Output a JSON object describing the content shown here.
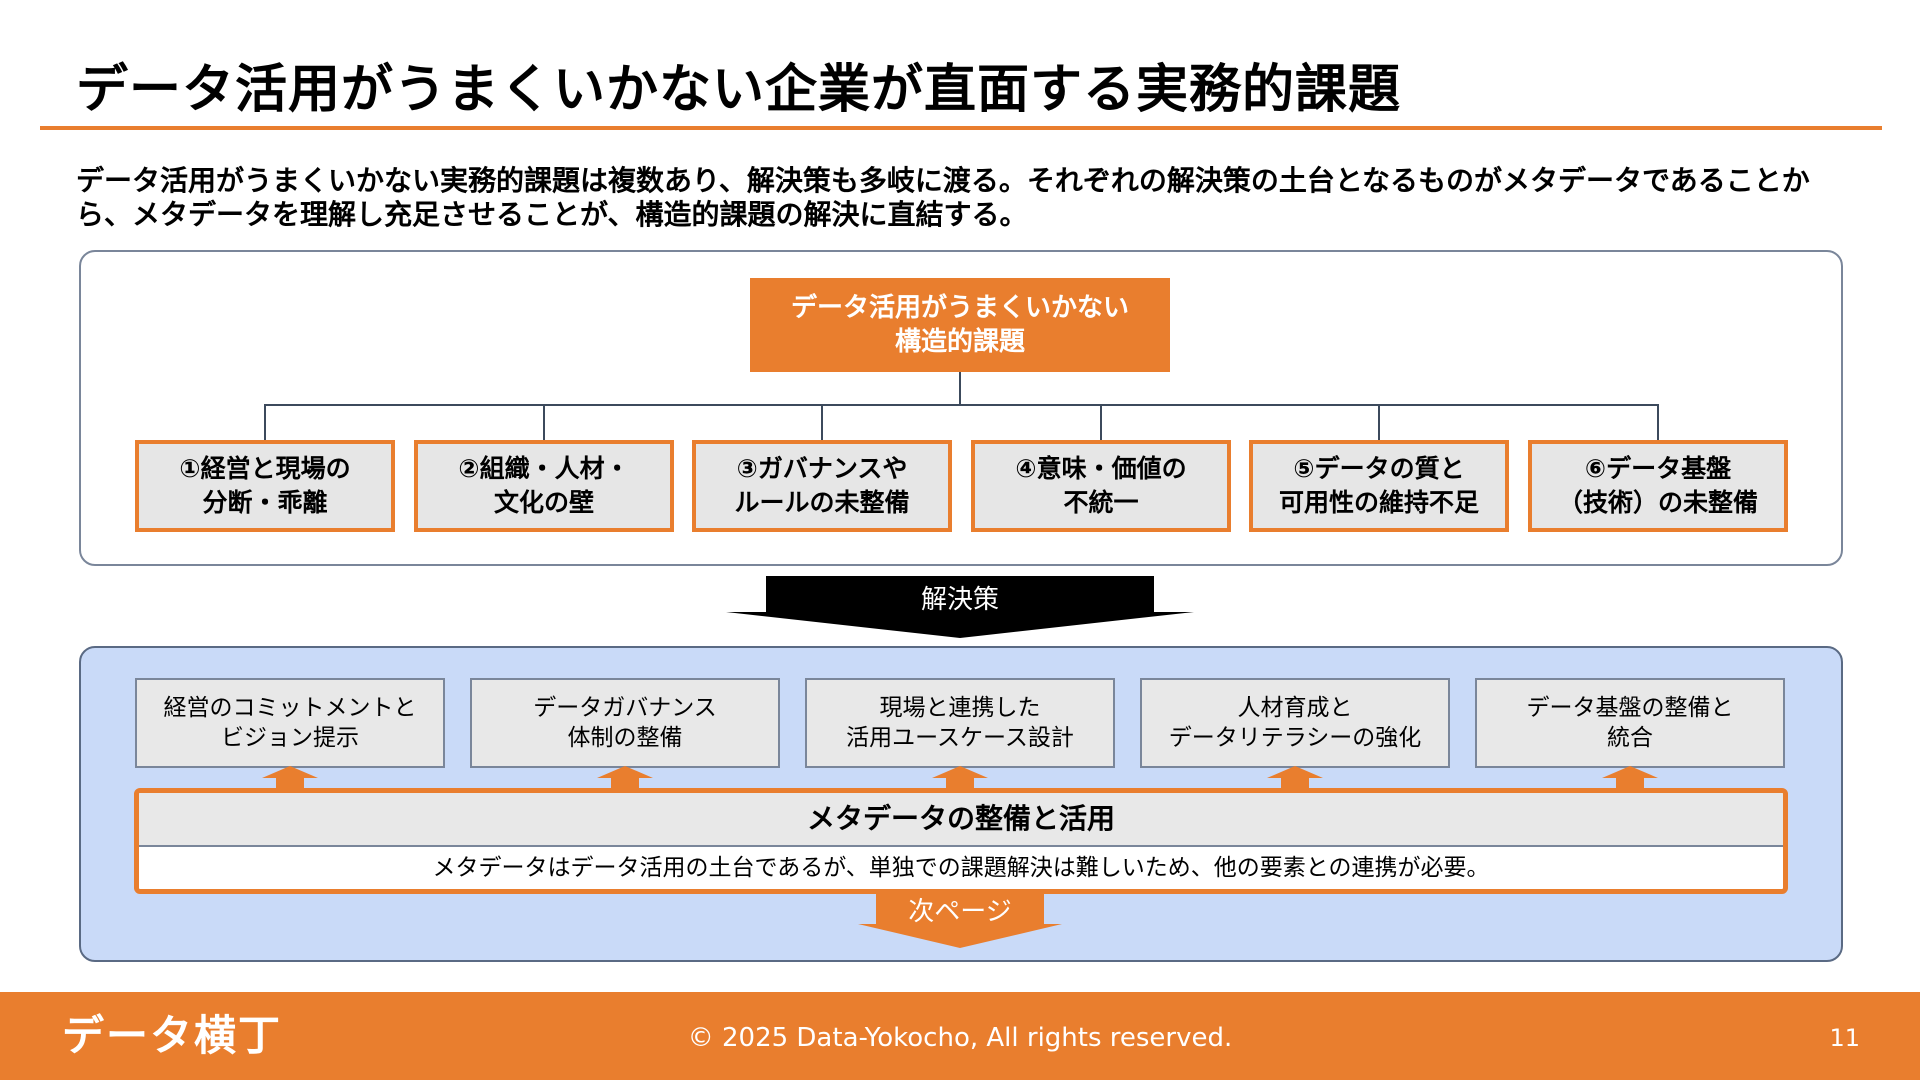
{
  "title": "データ活用がうまくいかない企業が直面する実務的課題",
  "intro": "データ活用がうまくいかない実務的課題は複数あり、解決策も多岐に渡る。それぞれの解決策の土台となるものがメタデータであることから、メタデータを理解し充足させることが、構造的課題の解決に直結する。",
  "root": "データ活用がうまくいかない\n構造的課題",
  "issues": [
    "①経営と現場の\n分断・乖離",
    "②組織・人材・\n文化の壁",
    "③ガバナンスや\nルールの未整備",
    "④意味・価値の\n不統一",
    "⑤データの質と\n可用性の維持不足",
    "⑥データ基盤\n（技術）の未整備"
  ],
  "arrow_label": "解決策",
  "solutions": [
    "経営のコミットメントと\nビジョン提示",
    "データガバナンス\n体制の整備",
    "現場と連携した\n活用ユースケース設計",
    "人材育成と\nデータリテラシーの強化",
    "データ基盤の整備と\n統合"
  ],
  "meta": {
    "heading": "メタデータの整備と活用",
    "description": "メタデータはデータ活用の土台であるが、単独での課題解決は難しいため、他の要素との連携が必要。"
  },
  "next_label": "次ページ",
  "footer": {
    "brand": "データ横丁",
    "copyright": "© 2025 Data-Yokocho, All rights reserved.",
    "page_number": "11"
  },
  "colors": {
    "accent": "#E97E2E",
    "panel_blue": "#C9DAF8",
    "box_gray": "#E6E6E6"
  }
}
